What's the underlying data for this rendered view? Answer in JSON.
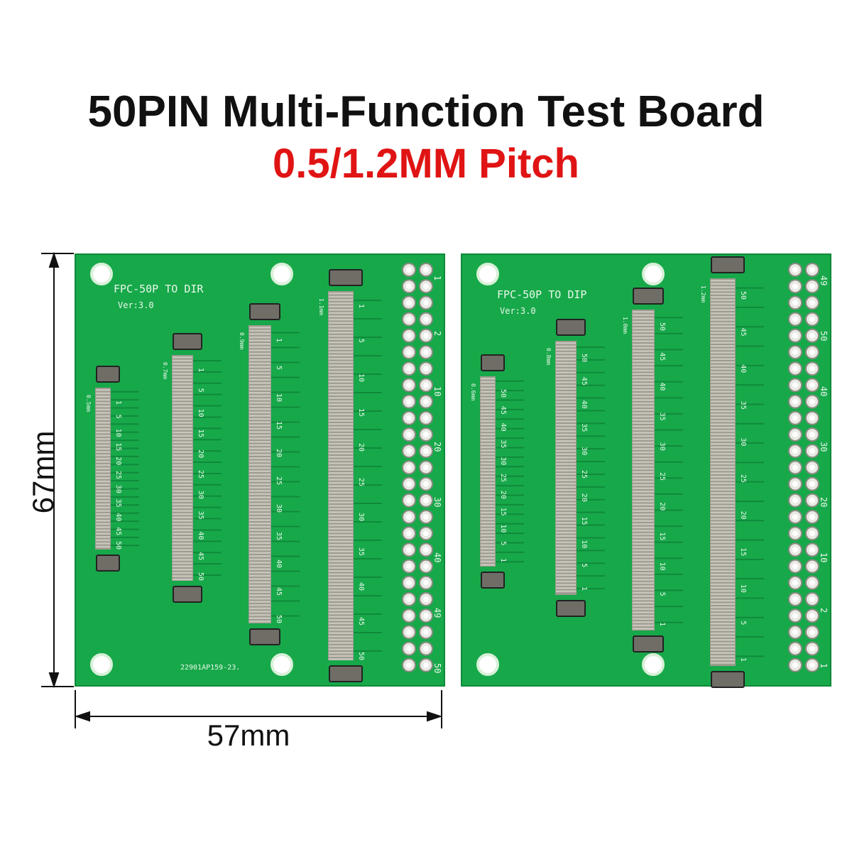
{
  "heading": {
    "title": "50PIN Multi-Function Test Board",
    "subtitle": "0.5/1.2MM Pitch"
  },
  "dimensions": {
    "height": "67mm",
    "width": "57mm"
  },
  "colors": {
    "pcb": "#17a84a",
    "pcb_dark": "#0f8a3a",
    "pad": "#c8c6bc",
    "title": "#111111",
    "subtitle": "#e01414"
  },
  "board_left": {
    "name": "FPC-50P TO DIR",
    "version": "Ver:3.0",
    "code": "22901AP159-23.",
    "pitches": [
      "0.5mm",
      "0.7mm",
      "0.9mm",
      "1.1mm"
    ],
    "pin_labels": [
      "1",
      "5",
      "10",
      "15",
      "20",
      "25",
      "30",
      "35",
      "40",
      "45",
      "50"
    ],
    "header_labels": [
      "1",
      "2",
      "10",
      "20",
      "30",
      "40",
      "49",
      "50"
    ]
  },
  "board_right": {
    "name": "FPC-50P TO DIP",
    "version": "Ver:3.0",
    "pitches": [
      "0.6mm",
      "0.8mm",
      "1.0mm",
      "1.2mm"
    ],
    "pin_labels": [
      "50",
      "45",
      "40",
      "35",
      "30",
      "25",
      "20",
      "15",
      "10",
      "5",
      "1"
    ],
    "header_labels": [
      "49",
      "50",
      "40",
      "30",
      "20",
      "10",
      "2",
      "1"
    ]
  }
}
